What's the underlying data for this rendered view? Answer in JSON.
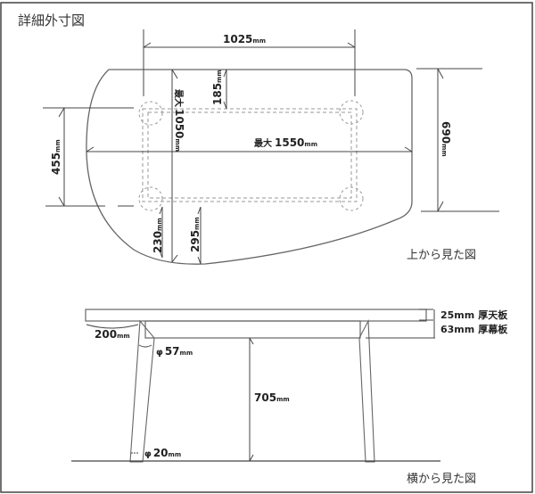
{
  "title": "詳細外寸図",
  "colors": {
    "line": "#555555",
    "dim_line": "#333333",
    "hidden_line": "#999999",
    "text": "#222222",
    "frame": "#444444",
    "background": "#ffffff"
  },
  "top_view": {
    "caption": "上から見た図",
    "dimensions": {
      "leg_spacing_length": {
        "value": "1025",
        "unit": "mm"
      },
      "leg_inset_top": {
        "value": "185",
        "unit": "mm"
      },
      "max_depth": {
        "prefix": "最大",
        "value": "1050",
        "unit": "mm"
      },
      "max_length": {
        "prefix": "最大",
        "value": "1550",
        "unit": "mm"
      },
      "right_depth": {
        "value": "690",
        "unit": "mm"
      },
      "leg_spacing_depth": {
        "value": "455",
        "unit": "mm"
      },
      "leg_to_edge_a": {
        "value": "230",
        "unit": "mm"
      },
      "leg_to_edge_b": {
        "value": "295",
        "unit": "mm"
      }
    }
  },
  "side_view": {
    "caption": "横から見た図",
    "dimensions": {
      "top_thickness": {
        "value": "25mm",
        "label": "厚天板"
      },
      "apron_thickness": {
        "value": "63mm",
        "label": "厚幕板"
      },
      "overhang": {
        "value": "200",
        "unit": "mm"
      },
      "leg_top_diameter": {
        "symbol": "φ",
        "value": "57",
        "unit": "mm"
      },
      "height": {
        "value": "705",
        "unit": "mm"
      },
      "leg_bottom_diameter": {
        "symbol": "φ",
        "value": "20",
        "unit": "mm"
      }
    }
  }
}
